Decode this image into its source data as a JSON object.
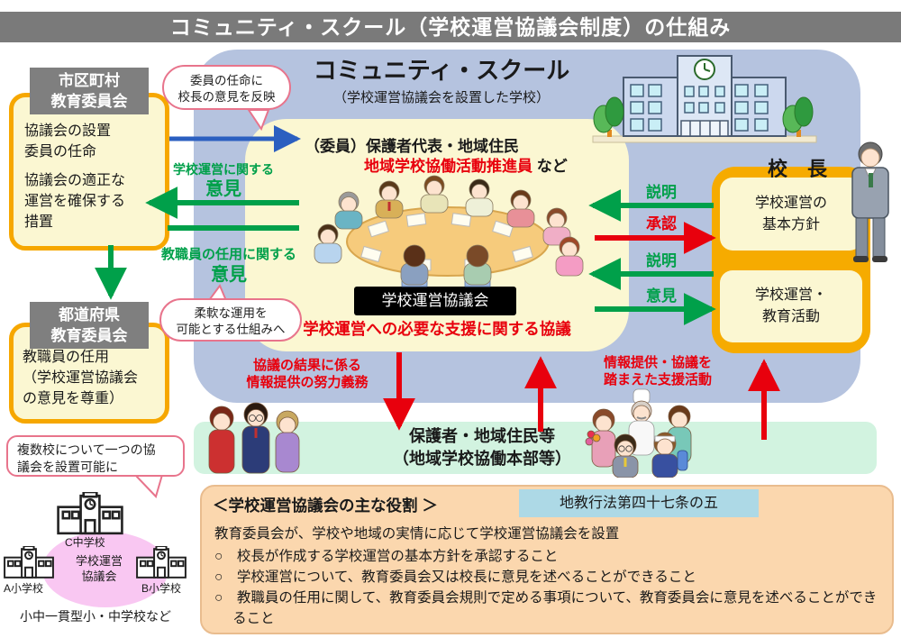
{
  "title": "コミュニティ・スクール（学校運営協議会制度）の仕組み",
  "colors": {
    "title_bar": "#7a7a7a",
    "panel_blue": "#b5c3df",
    "box_cream": "#fbf7d2",
    "box_border_orange": "#f6a700",
    "principal_box_orange": "#f6ab00",
    "mint_band": "#d2f3e0",
    "bottom_panel": "#fbd7ae",
    "law_badge_blue": "#add9e6",
    "green_arrow": "#00a04a",
    "red_arrow": "#e8000d",
    "blue_arrow": "#2b5fc0",
    "bubble_border_pink": "#e8748c",
    "cluster_pink": "#f9c7f2"
  },
  "community_school": {
    "heading": "コミュニティ・スクール",
    "subheading": "（学校運営協議会を設置した学校）"
  },
  "council": {
    "members": "（委員）保護者代表・地域住民",
    "promoter": "地域学校協働活動推進員",
    "promoter_suffix": "など",
    "badge": "学校運営協議会",
    "consultation": "学校運営への必要な支援に関する協議"
  },
  "municipal_board": {
    "header": [
      "市区町村",
      "教育委員会"
    ],
    "duties": [
      "協議会の設置",
      "委員の任命",
      "協議会の適正な",
      "運営を確保する",
      "措置"
    ]
  },
  "prefectural_board": {
    "header": [
      "都道府県",
      "教育委員会"
    ],
    "duties": [
      "教職員の任用",
      "（学校運営協議会",
      "の意見を尊重）"
    ]
  },
  "bubbles": {
    "appointment": [
      "委員の任命に",
      "校長の意見を反映"
    ],
    "flexible": [
      "柔軟な運用を",
      "可能とする仕組みへ"
    ],
    "multi_school": [
      "複数校について一つの協",
      "議会を設置可能に"
    ]
  },
  "arrow_labels": {
    "school_management_opinion": [
      "学校運営に関する",
      "意見"
    ],
    "staff_appointment_opinion": [
      "教職員の任用に関する",
      "意見"
    ],
    "explain1": "説明",
    "approval": "承認",
    "explain2": "説明",
    "opinion": "意見",
    "info_duty": [
      "協議の結果に係る",
      "情報提供の努力義務"
    ],
    "support_activity": [
      "情報提供・協議を",
      "踏まえた支援活動"
    ]
  },
  "principal": {
    "title": "校　長",
    "policy": [
      "学校運営の",
      "基本方針"
    ],
    "activities": [
      "学校運営・",
      "教育活動"
    ]
  },
  "residents": {
    "lines": [
      "保護者・地域住民等",
      "（地域学校協働本部等）"
    ]
  },
  "school_cluster": {
    "center": [
      "学校運営",
      "協議会"
    ],
    "schools": [
      "C中学校",
      "A小学校",
      "B小学校"
    ],
    "caption": "小中一貫型小・中学校など"
  },
  "roles_panel": {
    "heading": "＜学校運営協議会の主な役割 ＞",
    "law_badge": "地教行法第四十七条の五",
    "intro": "教育委員会が、学校や地域の実情に応じて学校運営協議会を設置",
    "items": [
      "○　校長が作成する学校運営の基本方針を承認すること",
      "○　学校運営について、教育委員会又は校長に意見を述べることができること",
      "○　教職員の任用に関して、教育委員会規則で定める事項について、教育委員会に意見を述べることができること"
    ]
  }
}
